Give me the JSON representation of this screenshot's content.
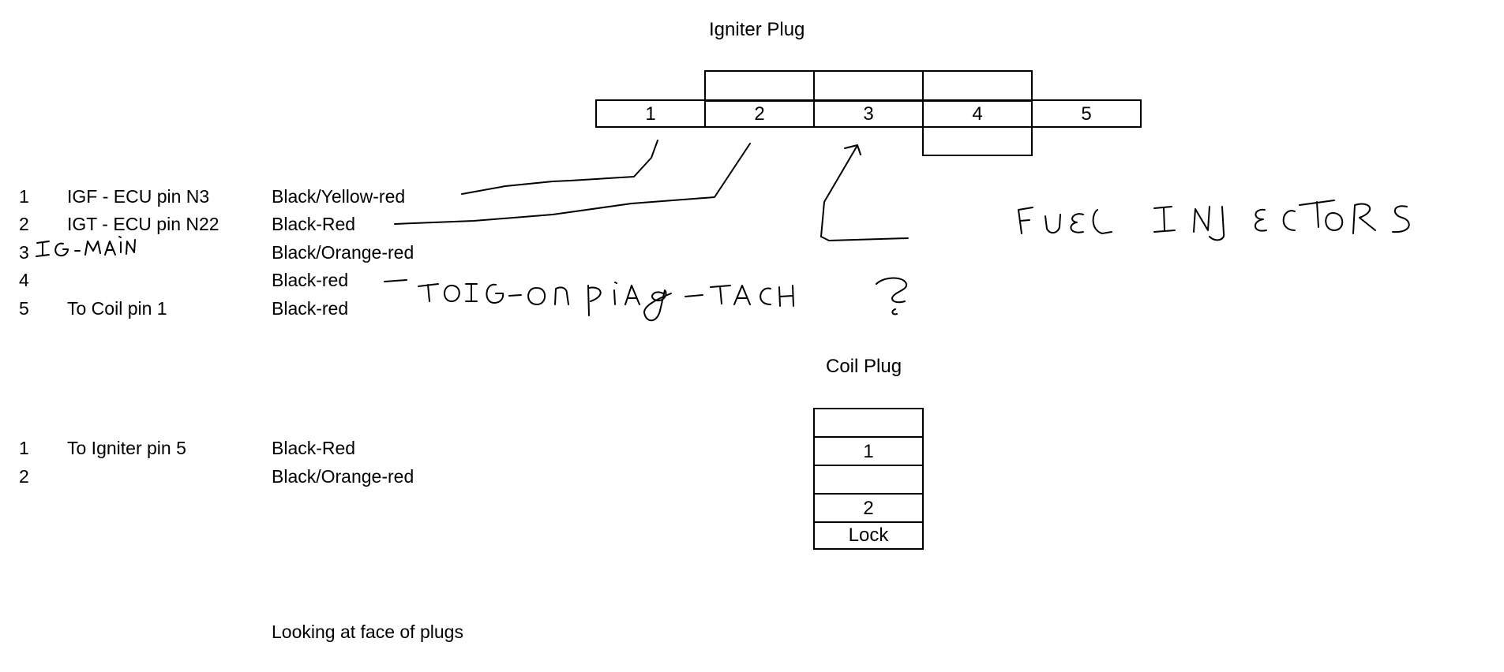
{
  "igniter_plug": {
    "title": "Igniter Plug",
    "pins": [
      "1",
      "2",
      "3",
      "4",
      "5"
    ]
  },
  "igniter_table": [
    {
      "pin": "1",
      "desc": "IGF - ECU pin N3",
      "wire": "Black/Yellow-red"
    },
    {
      "pin": "2",
      "desc": "IGT - ECU pin N22",
      "wire": "Black-Red"
    },
    {
      "pin": "3",
      "desc": "",
      "wire": "Black/Orange-red"
    },
    {
      "pin": "4",
      "desc": "",
      "wire": "Black-red"
    },
    {
      "pin": "5",
      "desc": "To Coil pin 1",
      "wire": "Black-red"
    }
  ],
  "handwritten": {
    "pin3_note": "IGMAIN",
    "pin4_note": "TOIG-ON DIAG -TACH?",
    "fuel_note": "FUEL INJECTORS"
  },
  "coil_plug": {
    "title": "Coil Plug",
    "slots": [
      "",
      "1",
      "",
      "2",
      "Lock"
    ]
  },
  "coil_table": [
    {
      "pin": "1",
      "desc": "To Igniter pin 5",
      "wire": "Black-Red"
    },
    {
      "pin": "2",
      "desc": "",
      "wire": "Black/Orange-red"
    }
  ],
  "footer_note": "Looking at face of plugs"
}
